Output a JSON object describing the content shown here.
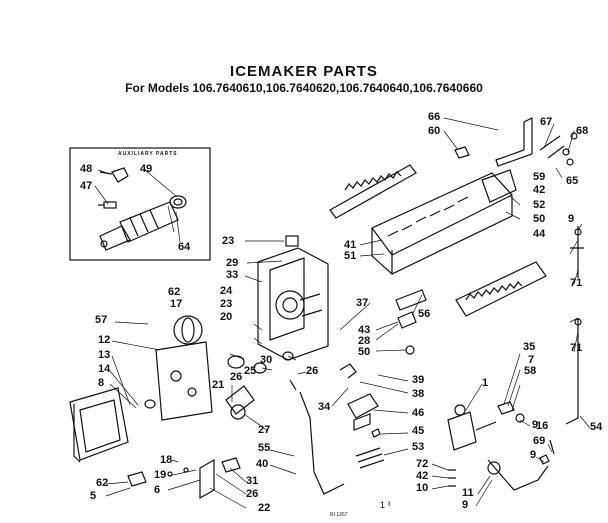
{
  "title": "ICEMAKER PARTS",
  "subtitle": "For Models 106.7640610,106.7640620,106.7640640,106.7640660",
  "auxiliary_label": "AUXILIARY PARTS",
  "footer": {
    "mark": "1 ³",
    "code": "RI 1267"
  },
  "callouts": [
    "66",
    "60",
    "67",
    "68",
    "65",
    "59",
    "42",
    "52",
    "50",
    "41",
    "51",
    "23",
    "29",
    "33",
    "9",
    "44",
    "71",
    "48",
    "47",
    "49",
    "64",
    "62",
    "17",
    "24",
    "23",
    "20",
    "37",
    "56",
    "57",
    "12",
    "13",
    "14",
    "8",
    "43",
    "28",
    "50",
    "35",
    "7",
    "58",
    "21",
    "26",
    "25",
    "30",
    "26",
    "39",
    "38",
    "1",
    "34",
    "46",
    "45",
    "53",
    "54",
    "9",
    "27",
    "55",
    "40",
    "31",
    "26",
    "22",
    "18",
    "19",
    "6",
    "62",
    "5",
    "72",
    "42",
    "10",
    "11",
    "9",
    "16",
    "69",
    "9",
    "71"
  ]
}
